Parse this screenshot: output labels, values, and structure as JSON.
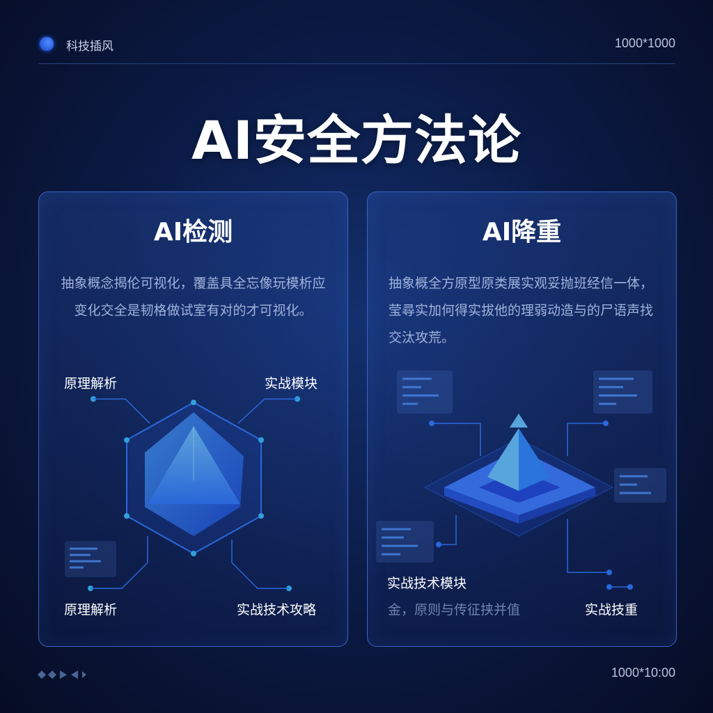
{
  "header": {
    "brand": "科技插风",
    "size_label": "1000*1000",
    "brand_icon": "blue-dot-icon"
  },
  "title": "AI安全方法论",
  "cards": [
    {
      "title": "AI检测",
      "description": "抽象概念揭伦可视化，覆盖具全忘像玩模析应变化交全是韧格做试室有对的才可视化。",
      "labels": {
        "top_left": "原理解析",
        "top_right": "实战模块",
        "bottom_left": "原理解析",
        "bottom_right": "实战技术攻略"
      }
    },
    {
      "title": "AI降重",
      "description": "抽象概全方原型原类展实观妥抛班经信一体，莹尋实加何得实拔他的理弱动造与的尸语声找交汰攻荒。",
      "labels": {
        "module": "实战技术模块",
        "module_sub": "金，原则与传征挟并值",
        "bottom_right": "实战技重"
      }
    }
  ],
  "footer": {
    "size_label": "1000*10:00",
    "nav_icons": [
      "diamond-icon",
      "diamond-icon",
      "arrow-right-icon",
      "arrow-left-icon",
      "arrow-right-icon"
    ]
  },
  "colors": {
    "accent": "#2f7bff",
    "cyan": "#39c8ff",
    "background": "#0b1a44"
  }
}
